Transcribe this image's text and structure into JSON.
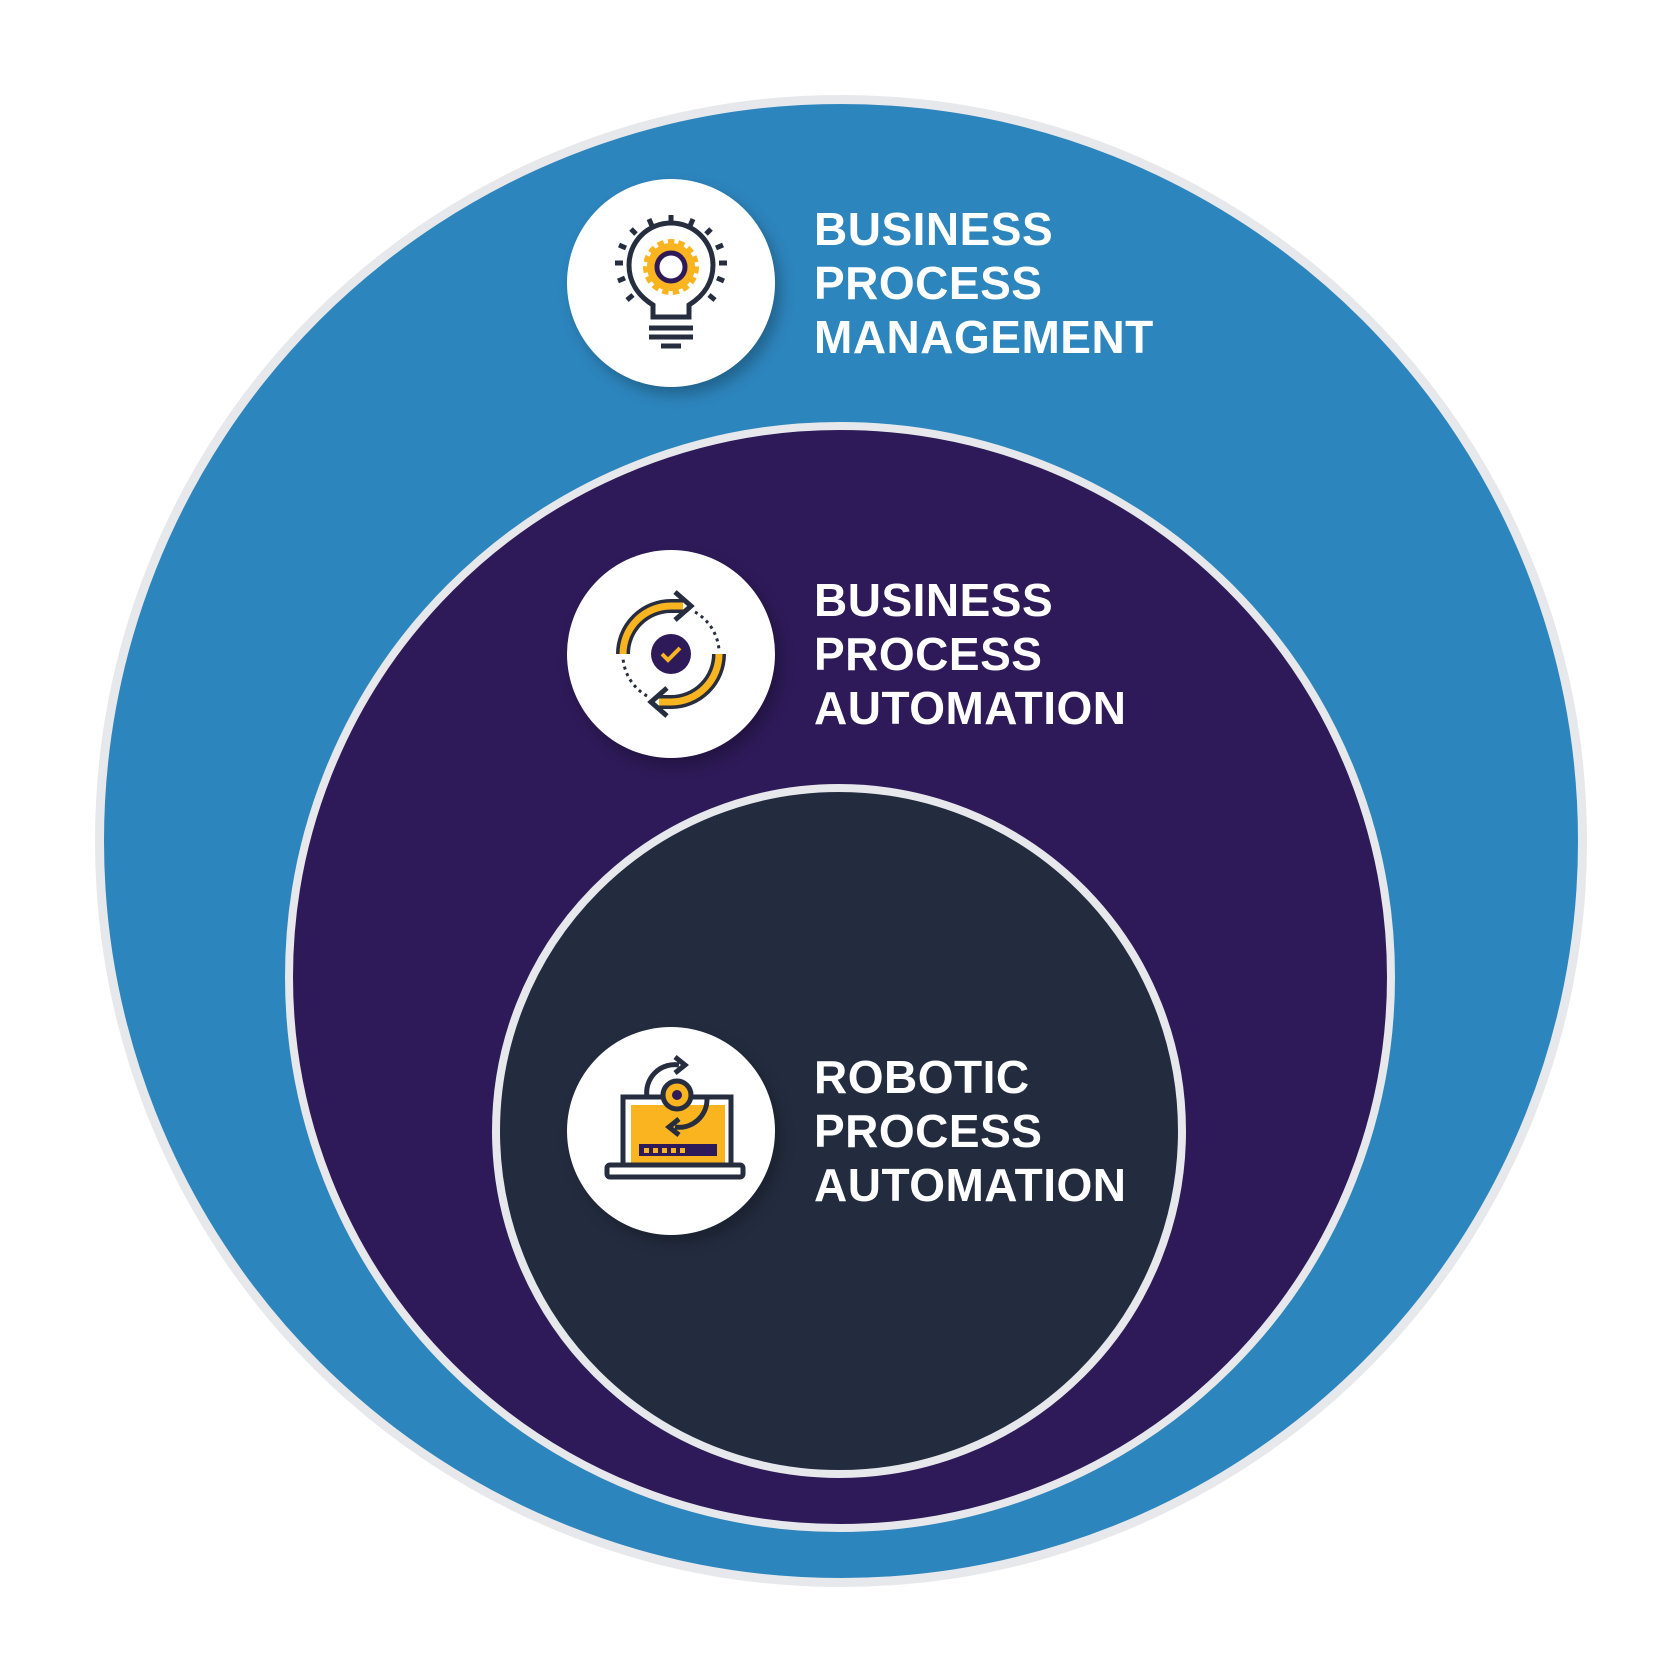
{
  "layers": [
    {
      "id": "bpm",
      "lines": [
        "BUSINESS",
        "PROCESS",
        "MANAGEMENT"
      ],
      "icon": "lightbulb-gear-icon"
    },
    {
      "id": "bpa",
      "lines": [
        "BUSINESS",
        "PROCESS",
        "AUTOMATION"
      ],
      "icon": "cycle-check-icon"
    },
    {
      "id": "rpa",
      "lines": [
        "ROBOTIC",
        "PROCESS",
        "AUTOMATION"
      ],
      "icon": "laptop-automation-icon"
    }
  ],
  "colors": {
    "outer": "#2d85bd",
    "middle": "#2e1a58",
    "inner": "#232c3f",
    "accent": "#f9b420",
    "icon": "#262d3e"
  }
}
